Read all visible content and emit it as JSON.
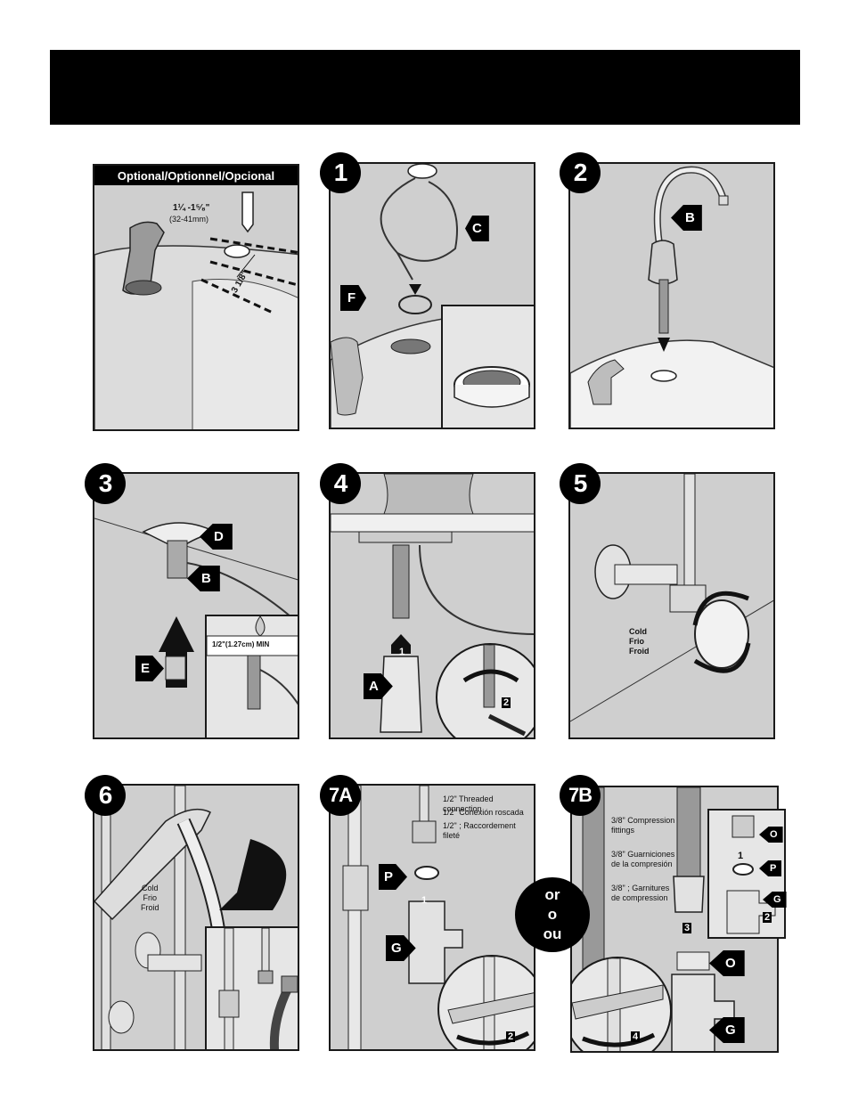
{
  "header": {
    "title": ""
  },
  "optional_panel": {
    "title": "Optional/Optionnel/Opcional",
    "drill_size": "1¼ -1⁵⁄₈\"",
    "drill_metric": "(32-41mm)",
    "depth": "3 1/8\""
  },
  "steps": {
    "s1": {
      "number": "1",
      "tags": [
        "C",
        "F"
      ]
    },
    "s2": {
      "number": "2",
      "tags": [
        "B"
      ]
    },
    "s3": {
      "number": "3",
      "tags": [
        "D",
        "B",
        "E"
      ],
      "min_label": "1/2\"(1.27cm) MIN"
    },
    "s4": {
      "number": "4",
      "tags": [
        "A"
      ],
      "arrow_1": "1",
      "arrow_2": "2"
    },
    "s5": {
      "number": "5",
      "cold_label": "Cold\nFrio\nFroid"
    },
    "s6": {
      "number": "6",
      "cold_label": "Cold\nFrio\nFroid"
    },
    "s7a": {
      "number": "7A",
      "tags": [
        "P",
        "G"
      ],
      "note_en": "1/2\" Threaded connection",
      "note_es": "1/2\" Conexión roscada",
      "note_fr": "1/2\" ;  Raccordement fileté",
      "arrow_1": "1",
      "arrow_2": "2"
    },
    "s7b": {
      "number": "7B",
      "tags": [
        "O",
        "P",
        "G",
        "O",
        "G"
      ],
      "note_en": "3/8\" Compression fittings",
      "note_es": "3/8\" Guarniciones de la compresión",
      "note_fr": "3/8\" ; Garnitures de compression",
      "arrow_1": "1",
      "arrow_2": "2",
      "arrow_3": "3",
      "arrow_4": "4"
    }
  },
  "or_badge": {
    "line1": "or",
    "line2": "o",
    "line3": "ou"
  }
}
